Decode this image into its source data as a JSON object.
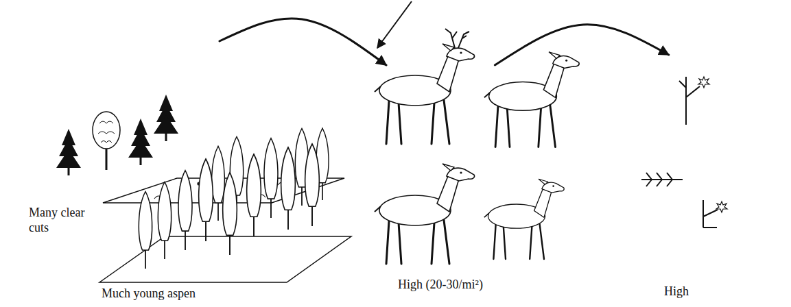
{
  "diagram": {
    "nodes": [
      {
        "text": [
          "Many clear cuts",
          "Much young aspen"
        ]
      },
      {
        "text": [
          "High (20-30/mi²)"
        ]
      },
      {
        "text": [
          "High"
        ]
      }
    ],
    "edges": [
      {
        "from": 0,
        "to": 1,
        "arrow": "to"
      },
      {
        "from": 1,
        "to": 2,
        "arrow": "to"
      }
    ]
  }
}
